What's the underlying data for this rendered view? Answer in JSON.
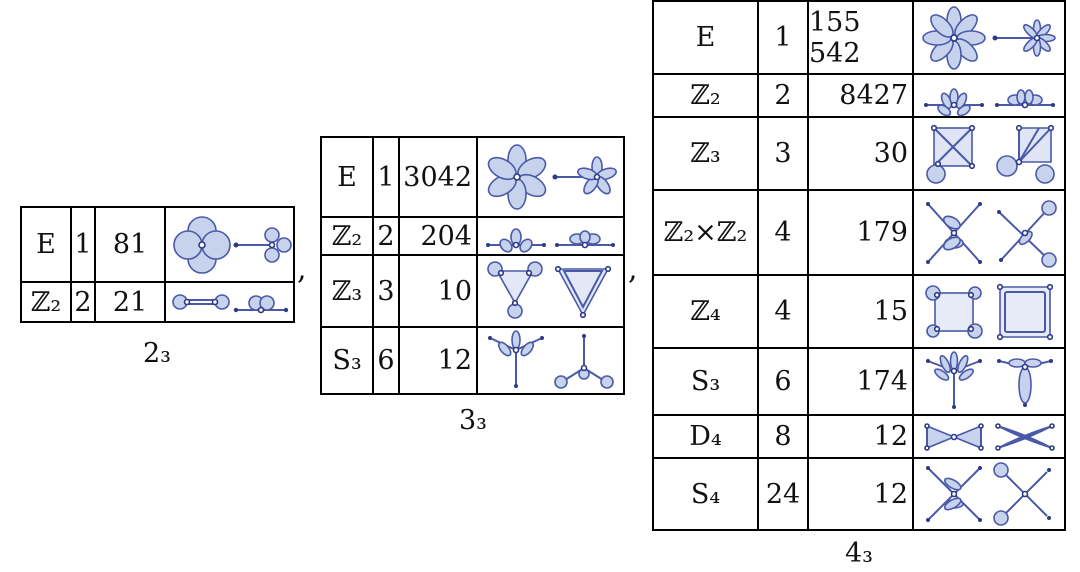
{
  "tables": [
    {
      "caption": "2₃",
      "rows": [
        {
          "group": "E",
          "order": "1",
          "count": "81",
          "icons": [
            "flower-4-icon",
            "lollipop-3-icon"
          ]
        },
        {
          "group": "ℤ₂",
          "order": "2",
          "count": "21",
          "icons": [
            "dumbbell-icon",
            "loop-pair-icon"
          ]
        }
      ]
    },
    {
      "caption": "3₃",
      "rows": [
        {
          "group": "E",
          "order": "1",
          "count": "3042",
          "icons": [
            "flower-6-icon",
            "lollipop-5-icon"
          ]
        },
        {
          "group": "ℤ₂",
          "order": "2",
          "count": "204",
          "icons": [
            "fan-loops-icon",
            "double-fan-icon"
          ]
        },
        {
          "group": "ℤ₃",
          "order": "3",
          "count": "10",
          "icons": [
            "triangle-loops-icon",
            "triangle-double-icon"
          ]
        },
        {
          "group": "S₃",
          "order": "6",
          "count": "12",
          "icons": [
            "tripod-fan-icon",
            "tripod-loops-icon"
          ]
        }
      ]
    },
    {
      "caption": "4₃",
      "rows": [
        {
          "group": "E",
          "order": "1",
          "count": "155 542",
          "icons": [
            "flower-8-icon",
            "lollipop-8-icon"
          ]
        },
        {
          "group": "ℤ₂",
          "order": "2",
          "count": "8427",
          "icons": [
            "fan-loops-icon",
            "double-fan-icon"
          ]
        },
        {
          "group": "ℤ₃",
          "order": "3",
          "count": "30",
          "icons": [
            "square-diagonal-icon",
            "fan-square-icon"
          ]
        },
        {
          "group": "ℤ₂×ℤ₂",
          "order": "4",
          "count": "179",
          "icons": [
            "cross-fan-icon",
            "cross-loops-icon"
          ]
        },
        {
          "group": "ℤ₄",
          "order": "4",
          "count": "15",
          "icons": [
            "square-loops-icon",
            "square-double-icon"
          ]
        },
        {
          "group": "S₃",
          "order": "6",
          "count": "174",
          "icons": [
            "tripod-fan-icon",
            "tripod-petals-icon"
          ]
        },
        {
          "group": "D₄",
          "order": "8",
          "count": "12",
          "icons": [
            "bowtie-icon",
            "bowtie-double-icon"
          ]
        },
        {
          "group": "S₄",
          "order": "24",
          "count": "12",
          "icons": [
            "cross-fan-icon",
            "cross-circles-icon"
          ]
        }
      ]
    }
  ],
  "separators": [
    ",",
    ","
  ]
}
